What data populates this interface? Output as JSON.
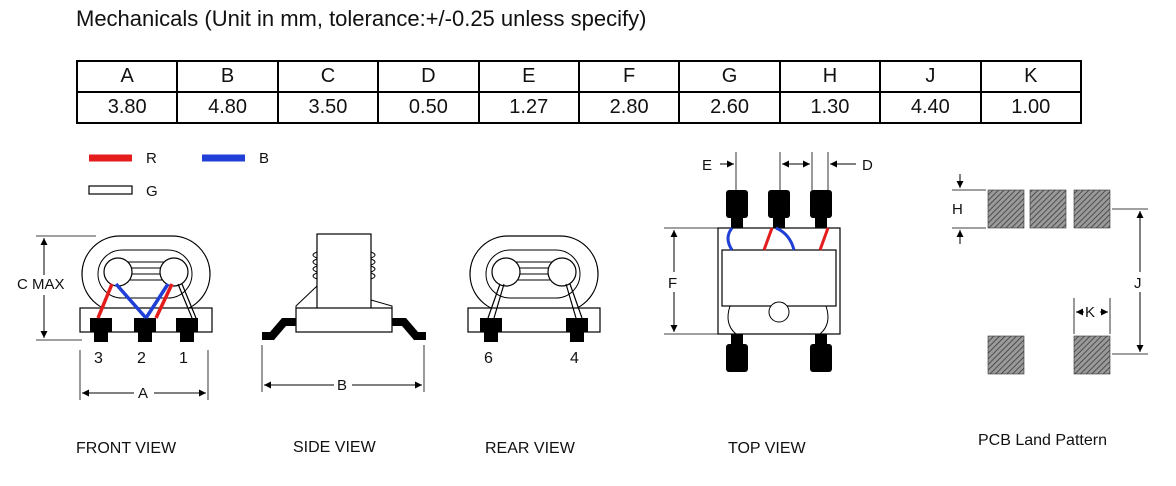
{
  "title": "Mechanicals (Unit in mm, tolerance:+/-0.25 unless specify)",
  "table": {
    "headers": [
      "A",
      "B",
      "C",
      "D",
      "E",
      "F",
      "G",
      "H",
      "J",
      "K"
    ],
    "values": [
      "3.80",
      "4.80",
      "3.50",
      "0.50",
      "1.27",
      "2.80",
      "2.60",
      "1.30",
      "4.40",
      "1.00"
    ]
  },
  "legend": [
    {
      "label": "R",
      "color": "#e51c1c"
    },
    {
      "label": "B",
      "color": "#1f3fd6"
    },
    {
      "label": "G",
      "color": "#ffffff"
    }
  ],
  "views": {
    "front": "FRONT VIEW",
    "side": "SIDE VIEW",
    "rear": "REAR VIEW",
    "top": "TOP VIEW",
    "pcb": "PCB Land Pattern"
  },
  "dims": {
    "c_max": "C MAX",
    "a": "A",
    "b": "B",
    "e": "E",
    "d": "D",
    "f": "F",
    "h": "H",
    "j": "J",
    "k": "K"
  },
  "pins": {
    "front": [
      "3",
      "2",
      "1"
    ],
    "rear": [
      "6",
      "4"
    ]
  }
}
